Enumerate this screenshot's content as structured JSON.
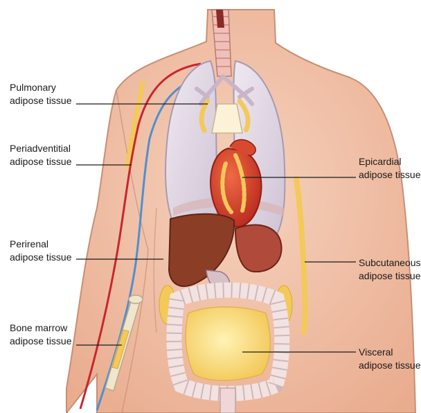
{
  "labels": {
    "pulmonary": {
      "line1": "Pulmonary",
      "line2": "adipose tissue"
    },
    "periadventitial": {
      "line1": "Periadventitial",
      "line2": "adipose tissue"
    },
    "perirenal": {
      "line1": "Perirenal",
      "line2": "adipose tissue"
    },
    "bone_marrow": {
      "line1": "Bone marrow",
      "line2": "adipose tissue"
    },
    "epicardial": {
      "line1": "Epicardial",
      "line2": "adipose tissue"
    },
    "subcutaneous": {
      "line1": "Subcutaneous",
      "line2": "adipose tissue"
    },
    "visceral": {
      "line1": "Visceral",
      "line2": "adipose tissue"
    }
  },
  "colors": {
    "skin": "#f2c3a6",
    "skin_edge": "#c98e73",
    "lung": "#e6dde8",
    "heart": "#d8402a",
    "liver": "#8c3d26",
    "fat": "#f7d36a",
    "artery": "#c9252d",
    "vein": "#4f8fcf"
  }
}
